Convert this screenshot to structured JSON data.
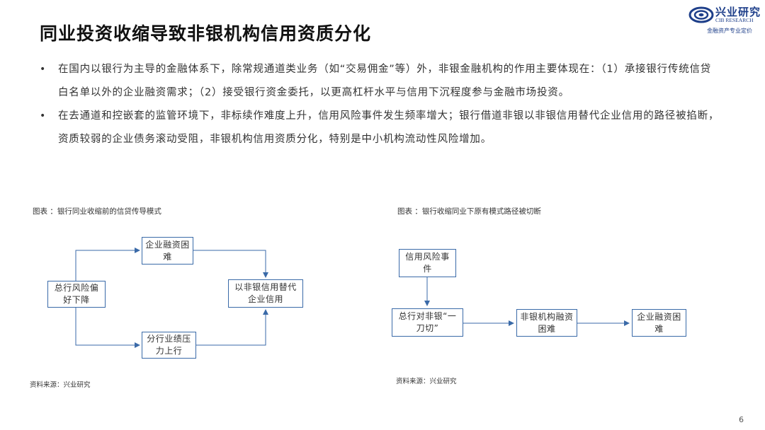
{
  "header": {
    "title": "同业投资收缩导致非银机构信用资质分化",
    "logo": {
      "name_cn": "兴业研究",
      "name_en": "CIB RESEARCH",
      "slogan": "金融资产专业定价",
      "icon": "cib-logo-icon",
      "color": "#1e3f8a"
    }
  },
  "bullets": [
    {
      "text": "在国内以银行为主导的金融体系下，除常规通道类业务（如“交易佣金”等）外，非银金融机构的作用主要体现在：（1）承接银行传统信贷白名单以外的企业融资需求；（2）接受银行资金委托，以更高杠杆水平与信用下沉程度参与金融市场投资。"
    },
    {
      "text": "在去通道和控嵌套的监管环境下，非标续作难度上升，信用风险事件发生频率增大；银行借道非银以非银信用替代企业信用的路径被掐断，资质较弱的企业债务滚动受阻，非银机构信用资质分化，特别是中小机构流动性风险增加。"
    }
  ],
  "figures": [
    {
      "caption": "图表 ：银行同业收缩前的信贷传导模式",
      "source": "资料来源：兴业研究",
      "nodes": {
        "risk_pref": "总行风险偏好下降",
        "corp_finance": "企业融资困难",
        "branch_pressure": "分行业绩压力上行",
        "nonbank_replace": "以非银信用替代企业信用"
      }
    },
    {
      "caption": "图表 ：银行收缩同业下原有模式路径被切断",
      "source": "资料来源：兴业研究",
      "nodes": {
        "credit_event": "信用风险事件",
        "hq_cut": "总行对非银“一刀切”",
        "nonbank_finance": "非银机构融资困难",
        "corp_finance": "企业融资困难"
      }
    }
  ],
  "colors": {
    "box_border": "#3a6aa8",
    "arrow": "#3a6aa8"
  },
  "page_number": "6"
}
